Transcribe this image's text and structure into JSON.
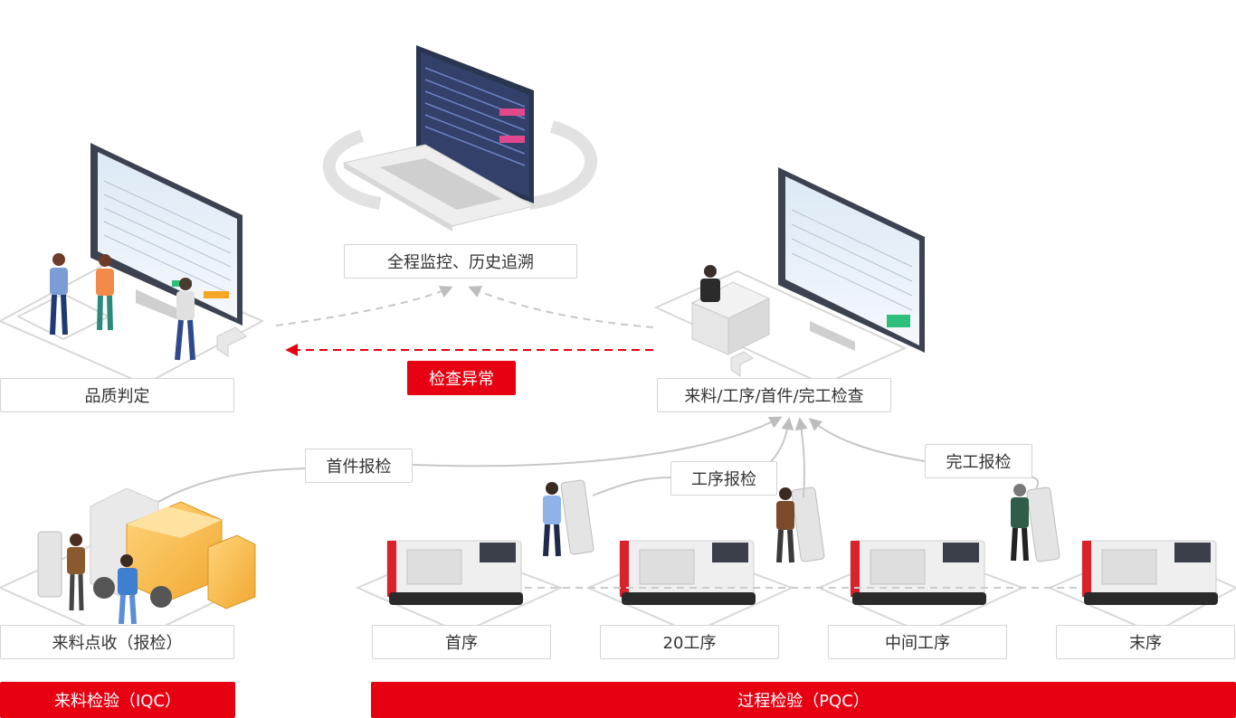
{
  "nodes": {
    "monitor_center": "全程监控、历史追溯",
    "quality_judgement": "品质判定",
    "inspection_station": "来料/工序/首件/完工检查",
    "incoming_receipt": "来料点收（报检）",
    "step_first": "首序",
    "step_20": "20工序",
    "step_middle": "中间工序",
    "step_last": "末序"
  },
  "flows": {
    "abnormal": "检查异常",
    "first_piece": "首件报检",
    "process": "工序报检",
    "completion": "完工报检"
  },
  "sections": {
    "iqc": "来料检验（IQC）",
    "pqc": "过程检验（PQC）"
  },
  "colors": {
    "accent": "#e60012",
    "border": "#d4d4d4",
    "line": "#c8c8c8"
  },
  "icons": [
    "laptop-icon",
    "monitor-icon",
    "worker-icon",
    "truck-icon",
    "cnc-machine-icon",
    "tablet-icon"
  ]
}
